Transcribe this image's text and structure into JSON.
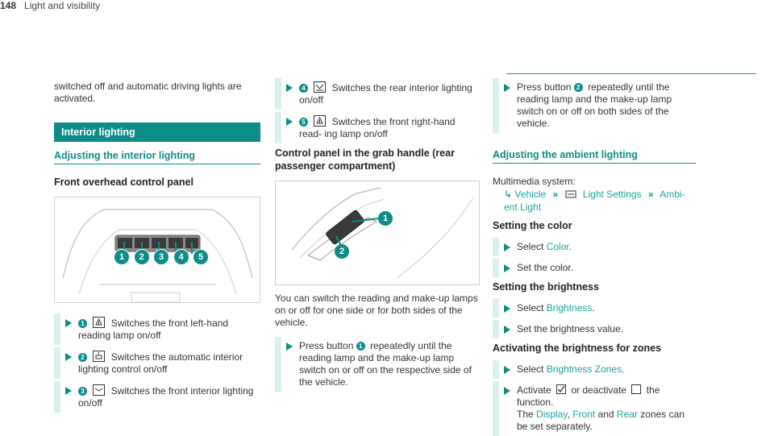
{
  "header": {
    "page_number": "148",
    "section": "Light and visibility"
  },
  "col1": {
    "intro": "switched off and automatic driving lights are activated.",
    "bar_title": "Interior lighting",
    "subheading": "Adjusting the interior lighting",
    "panel_heading": "Front overhead control panel",
    "figure_labels": [
      "1",
      "2",
      "3",
      "4",
      "5"
    ],
    "steps": [
      {
        "num": "1",
        "icon": "reading-lamp-icon",
        "text": "Switches the front left-hand reading lamp on/off"
      },
      {
        "num": "2",
        "icon": "auto-interior-lighting-icon",
        "text": "Switches the automatic interior lighting control on/off"
      },
      {
        "num": "3",
        "icon": "front-interior-light-icon",
        "text": "Switches the front interior lighting on/off"
      }
    ]
  },
  "col2": {
    "steps": [
      {
        "num": "4",
        "icon": "rear-interior-light-icon",
        "text": "Switches the rear interior lighting on/off"
      },
      {
        "num": "5",
        "icon": "reading-lamp-icon",
        "text": "Switches the front right-hand read- ing lamp on/off"
      }
    ],
    "panel_heading": "Control panel in the grab handle (rear passenger compartment)",
    "figure_labels": [
      "1",
      "2"
    ],
    "para": "You can switch the reading and make-up lamps on or off for one side or for both sides of the vehicle.",
    "press_step": {
      "pre": "Press button",
      "num": "1",
      "post": "repeatedly until the reading lamp and the make-up lamp switch on or off on the respective side of the vehicle."
    }
  },
  "col3": {
    "press_step": {
      "pre": "Press button",
      "num": "2",
      "post": "repeatedly until the reading lamp and the make-up lamp switch on or off on both sides of the vehicle."
    },
    "subheading": "Adjusting the ambient lighting",
    "multimedia": "Multimedia system:",
    "path": {
      "vehicle": "Vehicle",
      "light_settings": "Light Settings",
      "ambient": "Ambi- ent Light"
    },
    "color_heading": "Setting the color",
    "select_color": {
      "pre": "Select",
      "link": "Color",
      "post": "."
    },
    "set_color": "Set the color.",
    "brightness_heading": "Setting the brightness",
    "select_brightness": {
      "pre": "Select",
      "link": "Brightness",
      "post": "."
    },
    "set_brightness": "Set the brightness value.",
    "zones_heading": "Activating the brightness for zones",
    "select_zones": {
      "pre": "Select",
      "link": "Brightness Zones",
      "post": "."
    },
    "activate": {
      "pre": "Activate",
      "mid": "or deactivate",
      "post": "the function.",
      "the": "The",
      "display": "Display",
      "comma": ",",
      "front": "Front",
      "and": "and",
      "rear": "Rear",
      "tail": "zones can be set separately."
    }
  },
  "colors": {
    "accent": "#0d8c88",
    "link": "#1aa39d"
  }
}
